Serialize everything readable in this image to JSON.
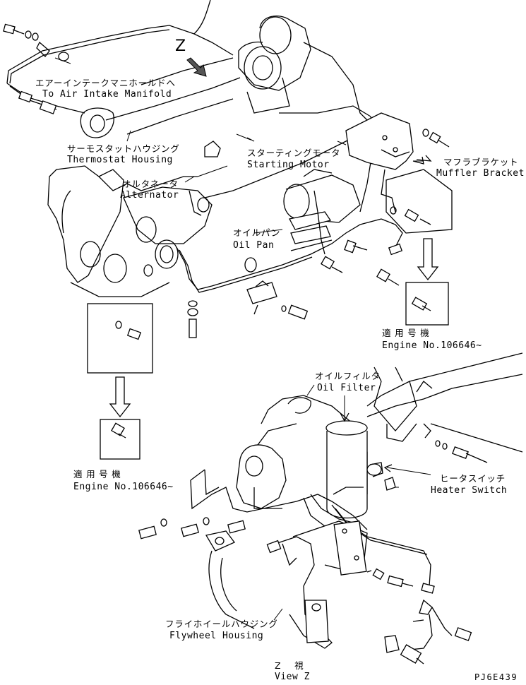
{
  "labels": {
    "air_intake_jp": "エアーインテークマニホールドへ",
    "air_intake_en": "To Air Intake Manifold",
    "thermostat_jp": "サーモスタットハウジング",
    "thermostat_en": "Thermostat Housing",
    "alternator_jp": "オルタネータ",
    "alternator_en": "Alternator",
    "starting_motor_jp": "スターティングモータ",
    "starting_motor_en": "Starting Motor",
    "muffler_jp": "マフラブラケット",
    "muffler_en": "Muffler Bracket",
    "oil_pan_jp": "オイルパン",
    "oil_pan_en": "Oil Pan",
    "applicable_right_jp": "適 用 号 機",
    "applicable_right_en": "Engine No.106646~",
    "applicable_left_jp": "適 用 号 機",
    "applicable_left_en": "Engine No.106646~",
    "oil_filter_jp": "オイルフィルタ",
    "oil_filter_en": "Oil Filter",
    "heater_switch_jp": "ヒータスイッチ",
    "heater_switch_en": "Heater Switch",
    "flywheel_jp": "フライホイールハウジング",
    "flywheel_en": "Flywheel Housing",
    "view_jp": "Z 視",
    "view_en": "View Z",
    "view_marker": "Z",
    "drawing_code": "PJ6E439"
  }
}
